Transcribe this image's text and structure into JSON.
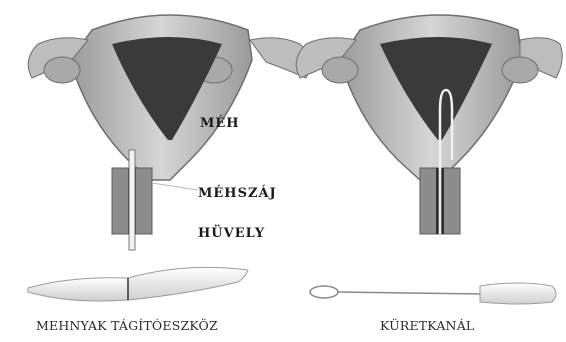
{
  "labels": {
    "uterus": "MÉH",
    "cervix": "MÉHSZÁJ",
    "vagina": "HÜVELY"
  },
  "captions": {
    "left": "MEHNYAK TÁGÍTÓESZKÖZ",
    "right": "KÜRETKANÁL"
  },
  "colors": {
    "tissue": "#c9c9c9",
    "tissue_dark": "#8a8a8a",
    "cavity": "#3a3a3a",
    "instrument": "#e8e8e8"
  }
}
